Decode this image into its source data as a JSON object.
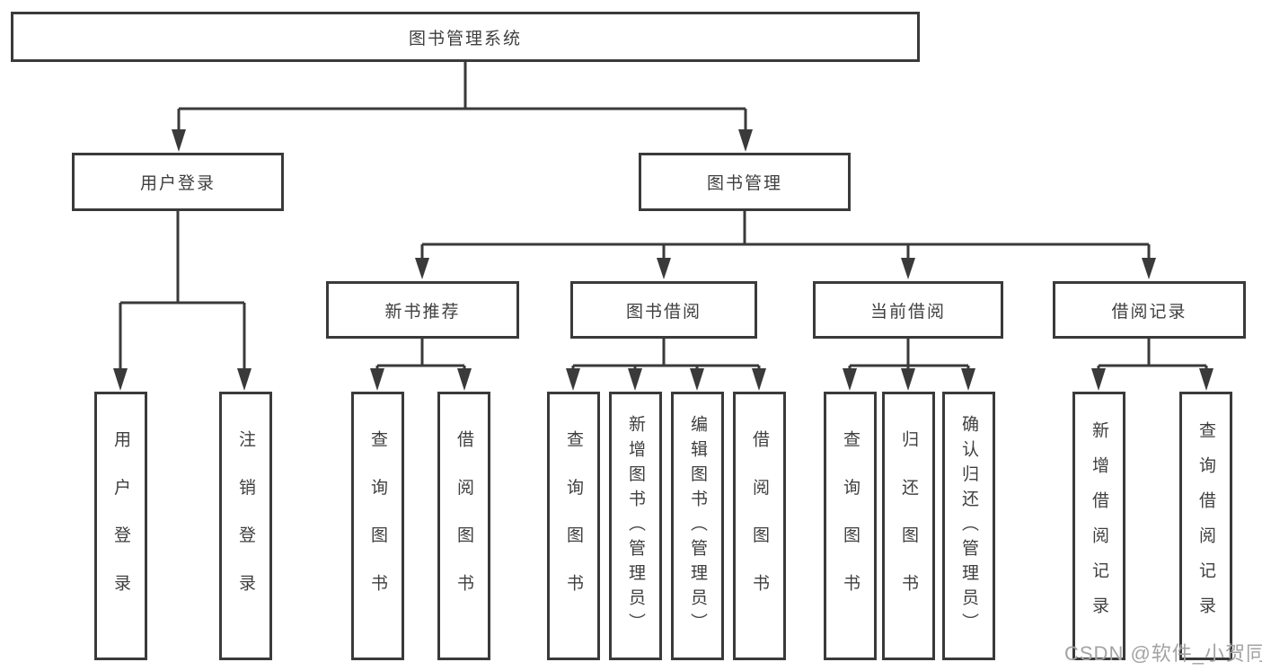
{
  "diagram": {
    "type": "hierarchy-tree",
    "root": {
      "label": "图书管理系统"
    },
    "level2": [
      {
        "label": "用户登录"
      },
      {
        "label": "图书管理"
      }
    ],
    "level3": [
      {
        "label": "新书推荐",
        "parent": "图书管理"
      },
      {
        "label": "图书借阅",
        "parent": "图书管理"
      },
      {
        "label": "当前借阅",
        "parent": "图书管理"
      },
      {
        "label": "借阅记录",
        "parent": "图书管理"
      }
    ],
    "leaves": [
      {
        "label": "用户登录",
        "parent": "用户登录"
      },
      {
        "label": "注销登录",
        "parent": "用户登录"
      },
      {
        "label": "查询图书",
        "parent": "新书推荐"
      },
      {
        "label": "借阅图书",
        "parent": "新书推荐"
      },
      {
        "label": "查询图书",
        "parent": "图书借阅"
      },
      {
        "label": "新增图书（管理员）",
        "parent": "图书借阅"
      },
      {
        "label": "编辑图书（管理员）",
        "parent": "图书借阅"
      },
      {
        "label": "借阅图书",
        "parent": "图书借阅"
      },
      {
        "label": "查询图书",
        "parent": "当前借阅"
      },
      {
        "label": "归还图书",
        "parent": "当前借阅"
      },
      {
        "label": "确认归还（管理员）",
        "parent": "当前借阅"
      },
      {
        "label": "新增借阅记录",
        "parent": "借阅记录"
      },
      {
        "label": "查询借阅记录",
        "parent": "借阅记录"
      }
    ],
    "colors": {
      "line": "#3a3a3a",
      "text": "#3f3f3f",
      "background": "#ffffff",
      "watermark": "#a3a3a3"
    },
    "watermark": "CSDN @软件_小贺同学"
  }
}
